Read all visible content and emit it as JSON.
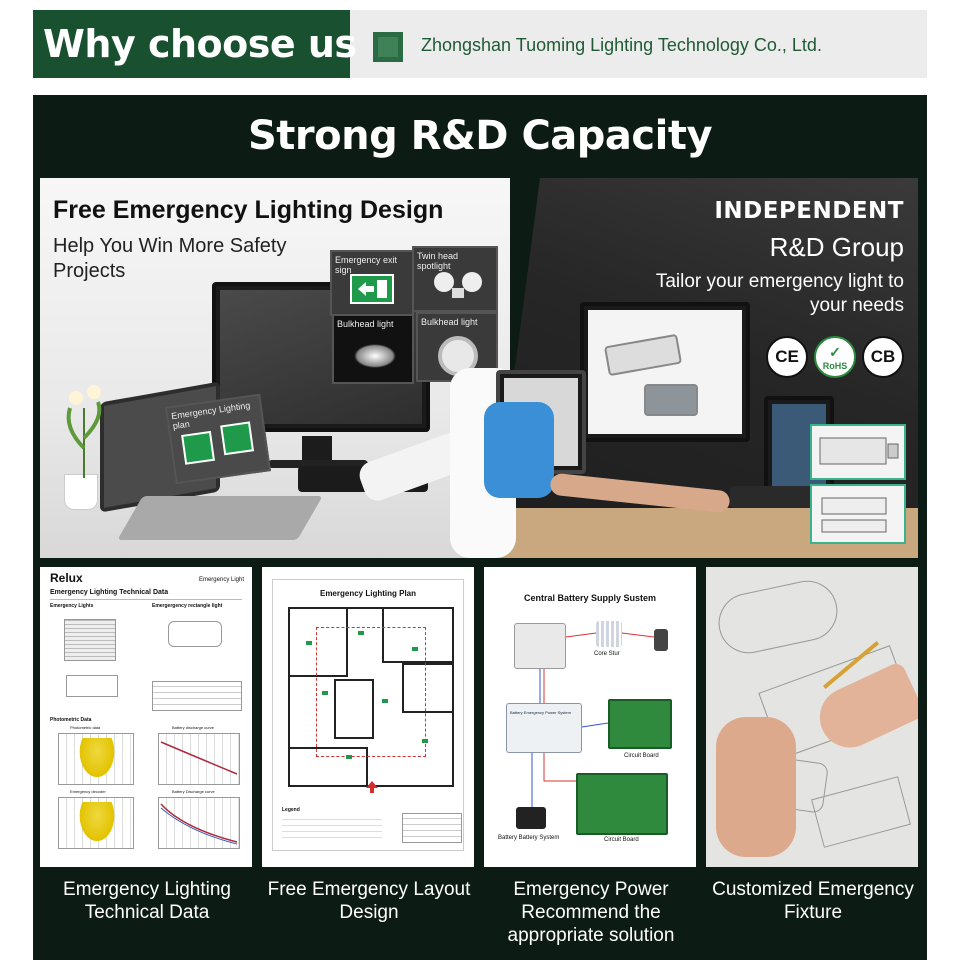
{
  "header": {
    "tab_title": "Why choose us",
    "company_name": "Zhongshan Tuoming Lighting Technology Co., Ltd.",
    "accent_color": "#19502f"
  },
  "panel": {
    "title": "Strong R&D Capacity",
    "background_color": "#0c1b14"
  },
  "hero": {
    "left": {
      "title": "Free Emergency Lighting Design",
      "subtitle": "Help You Win More Safety Projects",
      "tiles": [
        "Emergency exit sign",
        "Twin head spotlight",
        "Bulkhead light",
        "Bulkhead light"
      ],
      "laptop_tile": "Emergency Lighting plan"
    },
    "right": {
      "independent": "INDEPENDENT",
      "group": "R&D Group",
      "tailor": "Tailor your emergency light to your needs",
      "badges": [
        "CE",
        "RoHS",
        "CB"
      ]
    }
  },
  "cards": [
    {
      "label": "Emergency Lighting Technical Data",
      "doc_brand": "Relux",
      "doc_corner": "Emergency Light",
      "doc_title": "Emergency Lighting Technical Data",
      "doc_sub_left": "Emergency Lights",
      "doc_sub_right": "Emergergency rectangle light",
      "doc_section": "Photometric Data",
      "chart_a": "Photometric data",
      "chart_b": "Battery discharge curve",
      "chart_c": "Emergency decoder",
      "chart_d": "Battery Discharge curve"
    },
    {
      "label": "Free Emergency Layout Design",
      "doc_title": "Emergency Lighting Plan",
      "legend": "Legend"
    },
    {
      "label": "Emergency Power Recommend the appropriate solution",
      "doc_title": "Central Battery Supply Sustem",
      "core_label": "Core Stur",
      "board_label_1": "Circuit Board",
      "board_label_2": "Circuit Board",
      "battery_label": "Battery Battery System",
      "unit_title": "Battery Emergency Power System"
    },
    {
      "label": "Customized Emergency Fixture"
    }
  ]
}
